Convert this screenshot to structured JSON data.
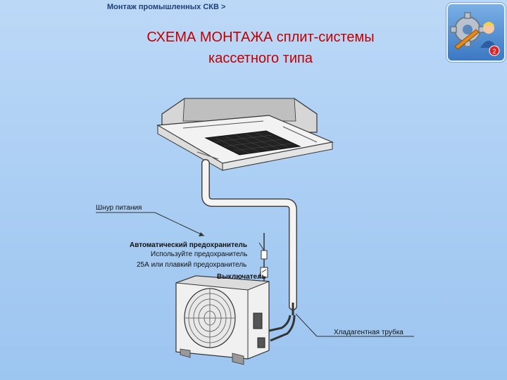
{
  "header": {
    "breadcrumb": "Монтаж промышленных СКВ >",
    "title_line1": "СХЕМА МОНТАЖА сплит-системы",
    "title_line2": "кассетного типа"
  },
  "logo": {
    "icon": "gear-worker-icon",
    "badge": "2"
  },
  "labels": {
    "power_cord": "Шнур питания",
    "breaker_title": "Автоматический предохранитель",
    "breaker_line2": "Используйте предохранитель",
    "breaker_line3": "25А или плавкий предохранитель",
    "switch": "Выключатель",
    "refrigerant_pipe": "Хладагентная трубка"
  },
  "colors": {
    "title": "#c00000",
    "breadcrumb": "#1f3f7a",
    "background": "#a9cdf3"
  }
}
